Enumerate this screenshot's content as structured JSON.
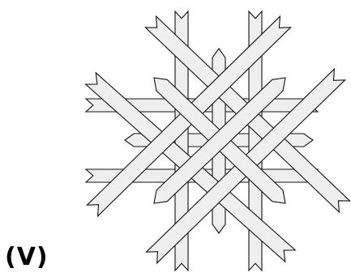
{
  "figure": {
    "panel_label": "(V)",
    "fill_color": "#efefef",
    "stroke_color": "#111111",
    "strips": [
      {
        "name": "strip-horizontal-upper"
      },
      {
        "name": "strip-horizontal-lower"
      },
      {
        "name": "strip-horizontal-middle"
      },
      {
        "name": "strip-vertical-left"
      },
      {
        "name": "strip-vertical-right"
      },
      {
        "name": "strip-vertical-middle"
      },
      {
        "name": "strip-diagonal-upper-left"
      },
      {
        "name": "strip-diagonal-lower-right"
      },
      {
        "name": "strip-antidiagonal-upper-right"
      },
      {
        "name": "strip-antidiagonal-lower-left"
      },
      {
        "name": "strip-diagonal-middle"
      },
      {
        "name": "strip-antidiagonal-middle"
      }
    ]
  }
}
